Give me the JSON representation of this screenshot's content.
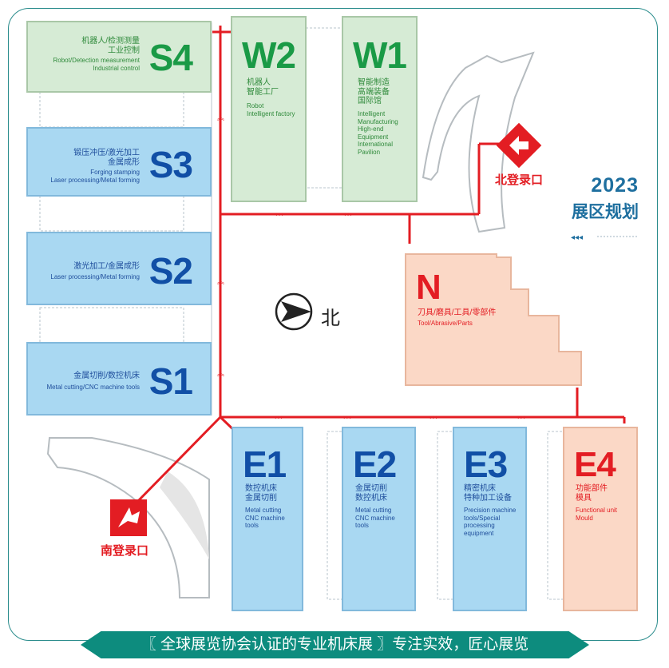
{
  "plan": {
    "year": "2023",
    "subtitle": "展区规划"
  },
  "compass": {
    "label": "北"
  },
  "banner": {
    "text": "〖 全球展览协会认证的专业机床展 〗专注实效，匠心展览"
  },
  "entrances": {
    "north": "北登录口",
    "south": "南登录口"
  },
  "halls": {
    "S4": {
      "code": "S4",
      "cn": "机器人/检测测量\n工业控制",
      "en": "Robot/Detection measurement\nIndustrial control"
    },
    "S3": {
      "code": "S3",
      "cn": "锻压冲压/激光加工\n金属成形",
      "en": "Forging stamping\nLaser processing/Metal forming"
    },
    "S2": {
      "code": "S2",
      "cn": "激光加工/金属成形",
      "en": "Laser processing/Metal forming"
    },
    "S1": {
      "code": "S1",
      "cn": "金属切削/数控机床",
      "en": "Metal cutting/CNC machine tools"
    },
    "W2": {
      "code": "W2",
      "cn": "机器人\n智能工厂",
      "en": "Robot\nIntelligent factory"
    },
    "W1": {
      "code": "W1",
      "cn": "智能制造\n高端装备\n国际馆",
      "en": "Intelligent\nManufacturing\nHigh-end\nEquipment\nInternational\nPavilion"
    },
    "N": {
      "code": "N",
      "cn": "刀具/磨具/工具/零部件",
      "en": "Tool/Abrasive/Parts"
    },
    "E1": {
      "code": "E1",
      "cn": "数控机床\n金属切削",
      "en": "Metal cutting\nCNC machine\ntools"
    },
    "E2": {
      "code": "E2",
      "cn": "金属切削\n数控机床",
      "en": "Metal cutting\nCNC machine\ntools"
    },
    "E3": {
      "code": "E3",
      "cn": "精密机床\n特种加工设备",
      "en": "Precision machine\ntools/Special\nprocessing\nequipment"
    },
    "E4": {
      "code": "E4",
      "cn": "功能部件\n模具",
      "en": "Functional unit\nMould"
    }
  },
  "colors": {
    "red": "#e31d23",
    "teal": "#0d8c7e",
    "green": "#1a9a46",
    "blue": "#114fa6"
  }
}
